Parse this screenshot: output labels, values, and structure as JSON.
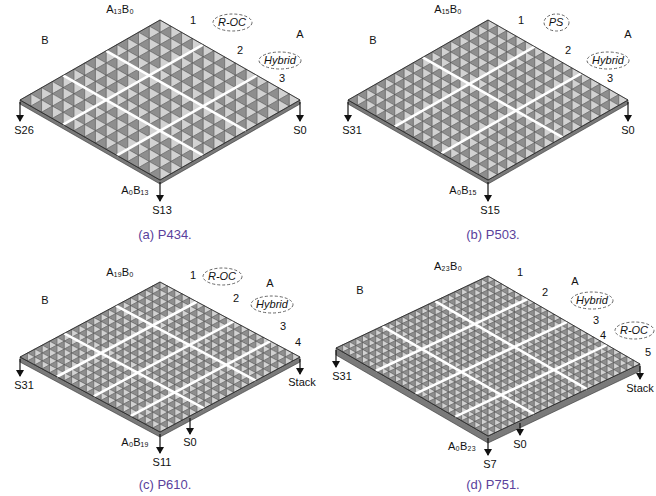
{
  "diagram": {
    "nodes": [
      {
        "text": [
          "R-OC"
        ]
      },
      {
        "text": [
          "Hybrid"
        ]
      },
      {
        "text": [
          "PS"
        ]
      },
      {
        "text": [
          "Hybrid"
        ]
      },
      {
        "text": [
          "R-OC"
        ]
      },
      {
        "text": [
          "Hybrid"
        ]
      },
      {
        "text": [
          "Hybrid"
        ]
      },
      {
        "text": [
          "R-OC"
        ]
      }
    ],
    "labels": [
      "B",
      "A₁₃B₀",
      "1",
      "A",
      "2",
      "3",
      "S26",
      "S0",
      "A₀B₁₃",
      "S13",
      "(a) P434.",
      "B",
      "A₁₅B₀",
      "1",
      "A",
      "2",
      "3",
      "S31",
      "S0",
      "A₀B₁₅",
      "S15",
      "(b) P503.",
      "B",
      "A₁₉B₀",
      "1",
      "2",
      "A",
      "3",
      "4",
      "Stack",
      "S31",
      "S0",
      "A₀B₁₉",
      "S11",
      "(c) P610.",
      "B",
      "A₂₃B₀",
      "1",
      "2",
      "A",
      "3",
      "4",
      "5",
      "Stack",
      "S31",
      "S0",
      "A₀B₂₃",
      "S7",
      "(d) P751."
    ]
  }
}
